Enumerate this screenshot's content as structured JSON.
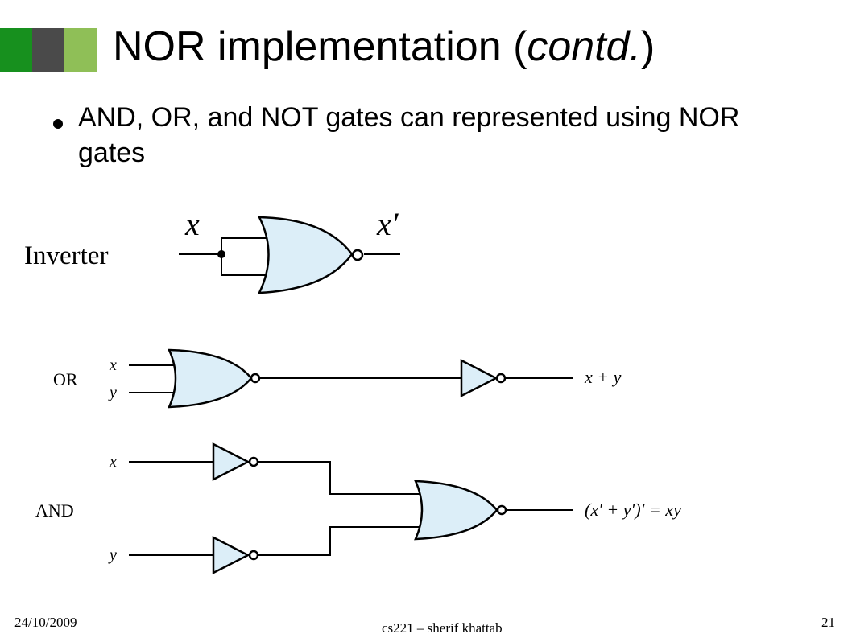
{
  "slide": {
    "title_main": "NOR implementation (",
    "title_italic": "contd.",
    "title_end": ")",
    "bullet": "AND, OR, and NOT gates can represented using NOR gates"
  },
  "diagram": {
    "inverter": {
      "label": "Inverter",
      "input": "x",
      "output": "x′"
    },
    "or": {
      "label": "OR",
      "input_x": "x",
      "input_y": "y",
      "output": "x + y"
    },
    "and": {
      "label": "AND",
      "input_x": "x",
      "input_y": "y",
      "output": "(x′ + y′)′ = xy"
    }
  },
  "footer": {
    "date": "24/10/2009",
    "course": "cs221 – sherif khattab",
    "page": "21"
  },
  "colors": {
    "gate_fill": "#dceef8",
    "accent_green": "#17901e",
    "accent_gray": "#4a4a4a",
    "accent_light_green": "#8fbf57"
  }
}
